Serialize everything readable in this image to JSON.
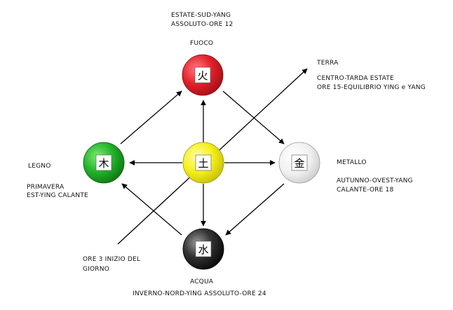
{
  "labels": {
    "estate_title": "ESTATE-SUD-YANG",
    "estate_sub": "ASSOLUTO-ORE 12",
    "fuoco": "FUOCO",
    "terra": "TERRA",
    "centro_1": "CENTRO-TARDA ESTATE",
    "centro_2": "ORE 15-EQUILIBRIO YING e YANG",
    "legno": "LEGNO",
    "primavera_1": "PRIMAVERA",
    "primavera_2": "EST-YING CALANTE",
    "metallo": "METALLO",
    "autunno_1": "AUTUNNO-OVEST-YANG",
    "autunno_2": "CALANTE-ORE 18",
    "ore3_1": "ORE 3 INIZIO DEL",
    "ore3_2": "GIORNO",
    "acqua": "ACQUA",
    "inverno": "INVERNO-NORD-YING ASSOLUTO-ORE 24"
  },
  "elements": {
    "fire": {
      "glyph": "火",
      "color": "#e3202a"
    },
    "wood": {
      "glyph": "木",
      "color": "#22b22a"
    },
    "earth": {
      "glyph": "土",
      "color": "#f4f01a"
    },
    "metal": {
      "glyph": "金",
      "color": "#f2f2f2"
    },
    "water": {
      "glyph": "水",
      "color": "#1e1e1e"
    }
  }
}
